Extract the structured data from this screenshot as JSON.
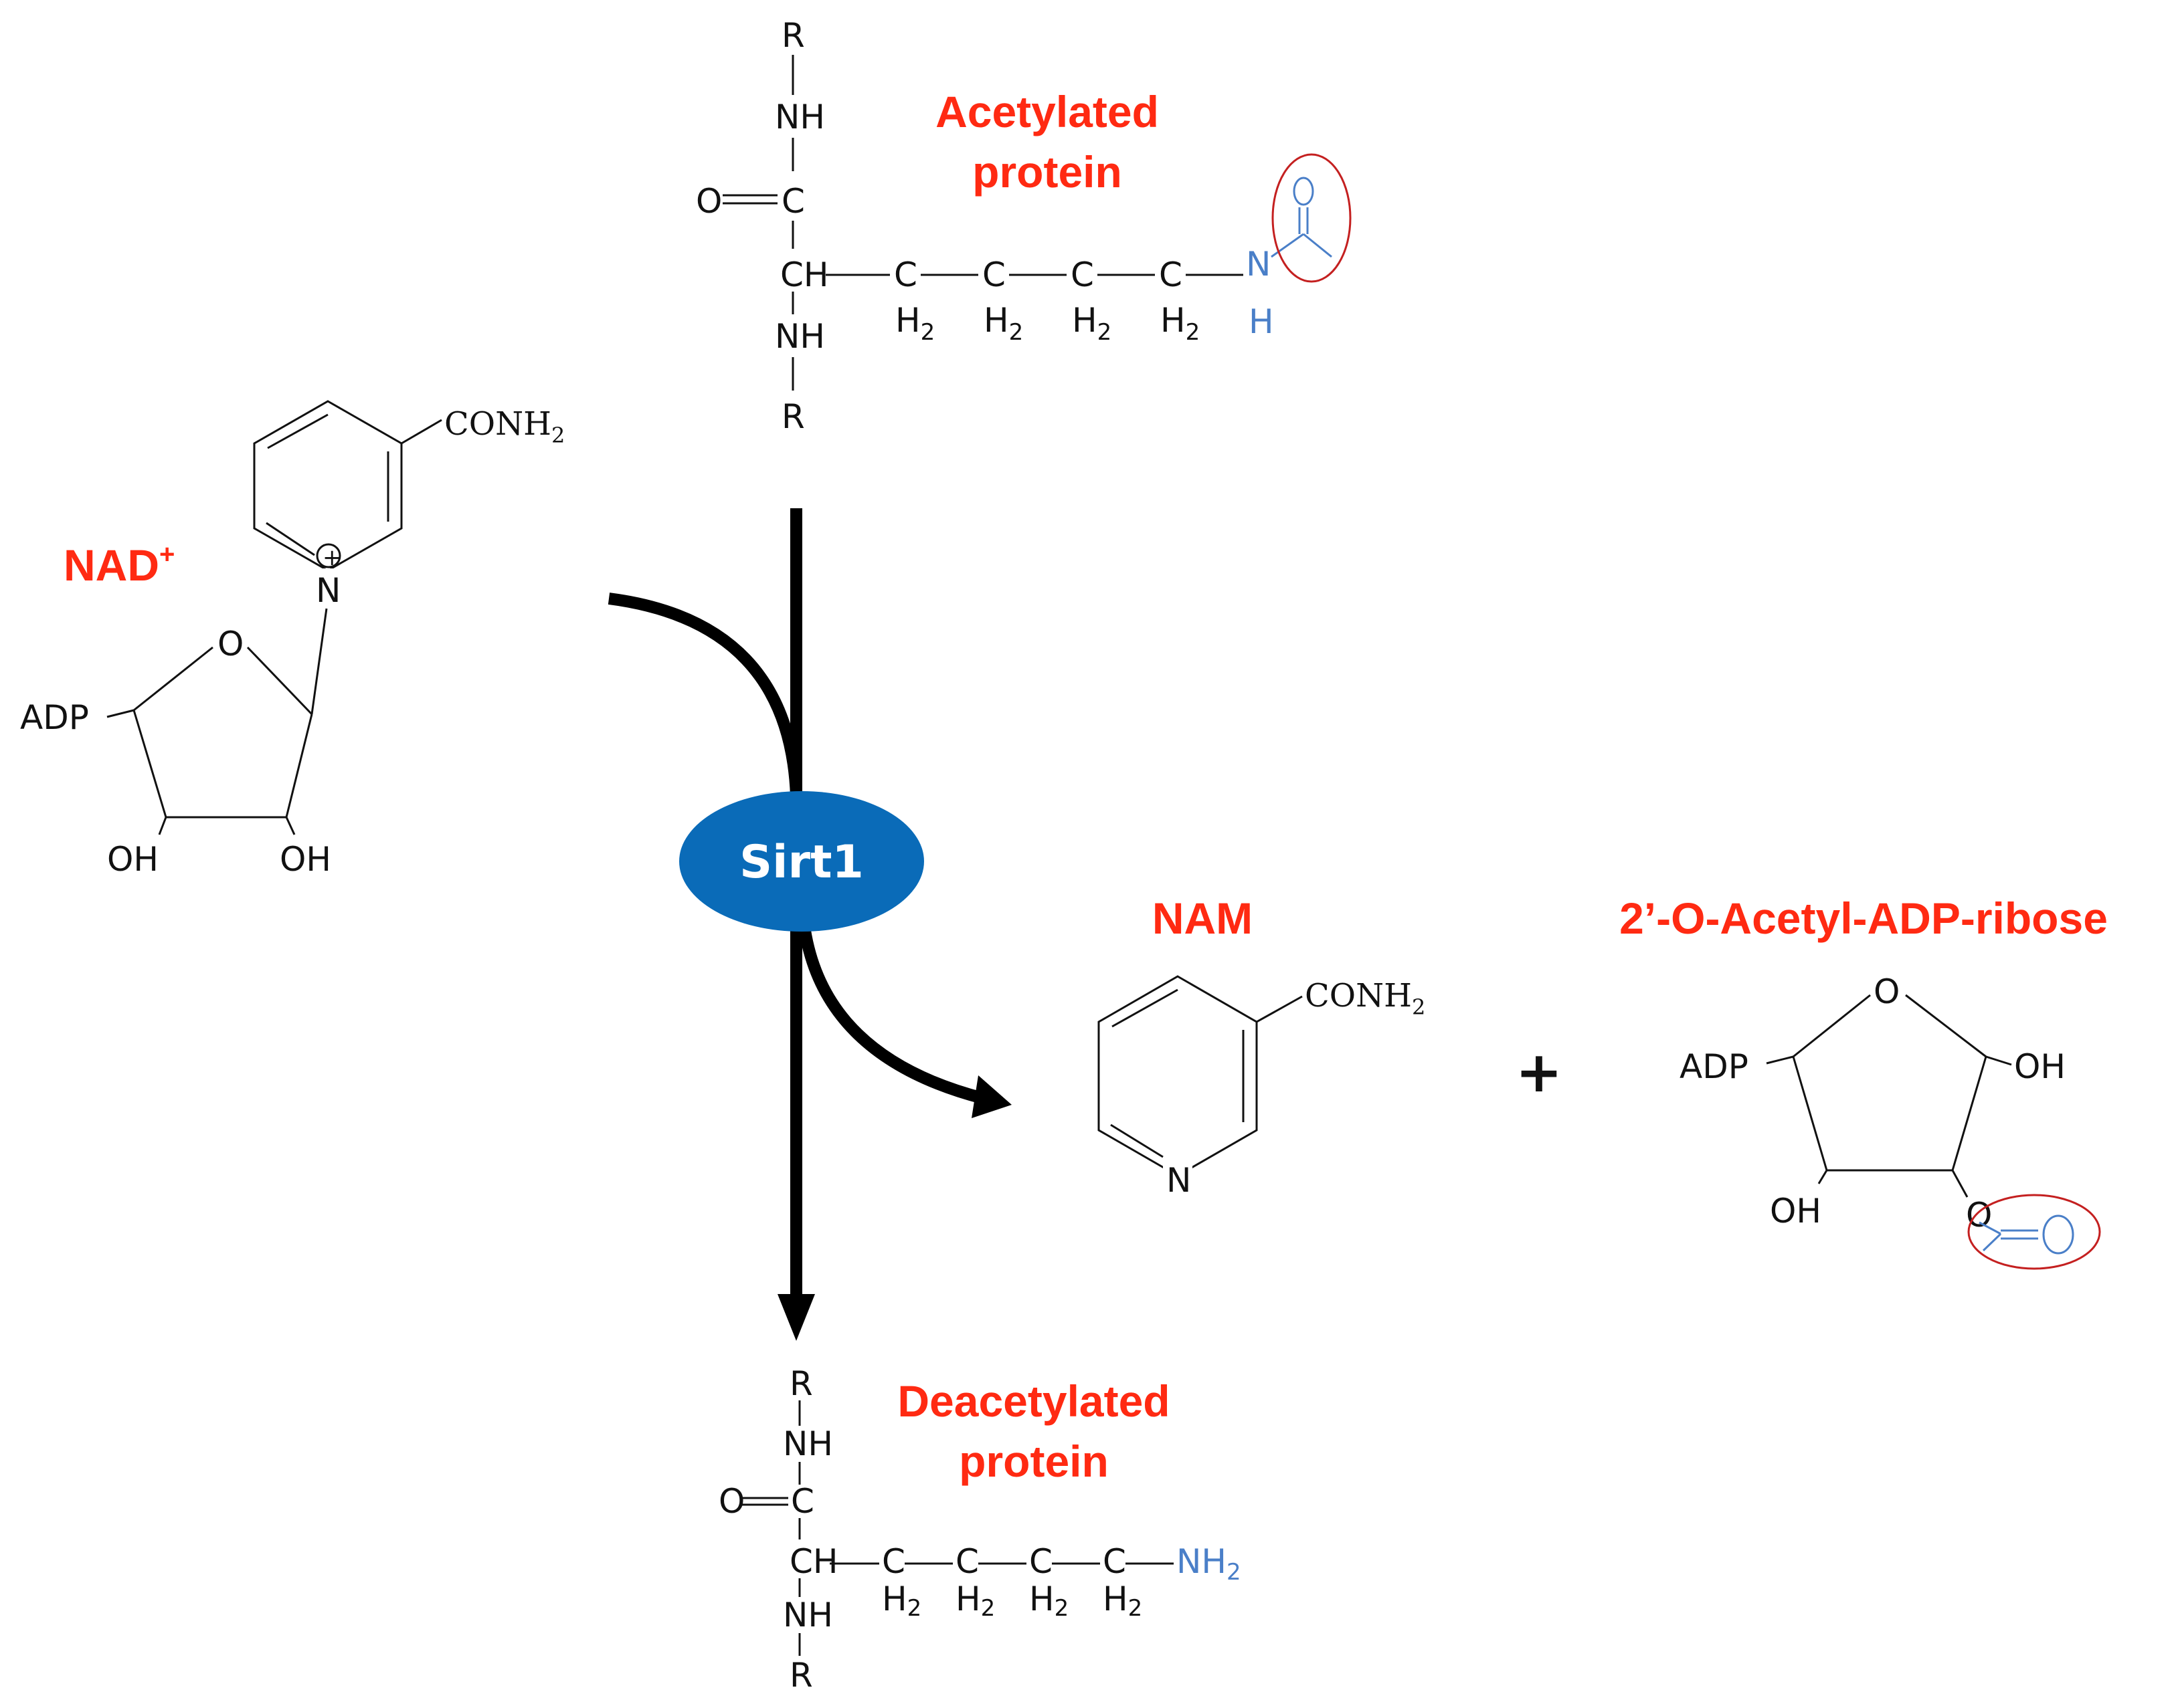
{
  "labels": {
    "acetylated_protein": [
      "Acetylated",
      "protein"
    ],
    "deacetylated_protein": [
      "Deacetylated",
      "protein"
    ],
    "nad": "NAD",
    "nad_superscript": "+",
    "enzyme": "Sirt1",
    "nam": "NAM",
    "acetyl_adp_ribose": "2’-O-Acetyl-ADP-ribose",
    "plus": "+"
  },
  "atoms": {
    "r": "R",
    "nh": "NH",
    "o": "O",
    "c": "C",
    "ch": "CH",
    "n": "N",
    "h": "H",
    "h2": "H",
    "h2_sub": "2",
    "nh2_main": "NH",
    "nh2_sub": "2",
    "conh2_main": "CONH",
    "conh2_sub": "2",
    "adp": "ADP",
    "oh": "OH",
    "charge": "+"
  },
  "colors": {
    "label_red": "#ff2a12",
    "acetyl_blue": "#4a7fc8",
    "highlight_ring": "#c42020",
    "enzyme_fill": "#0a6bb8",
    "enzyme_text": "#ffffff",
    "arrow": "#000000"
  }
}
